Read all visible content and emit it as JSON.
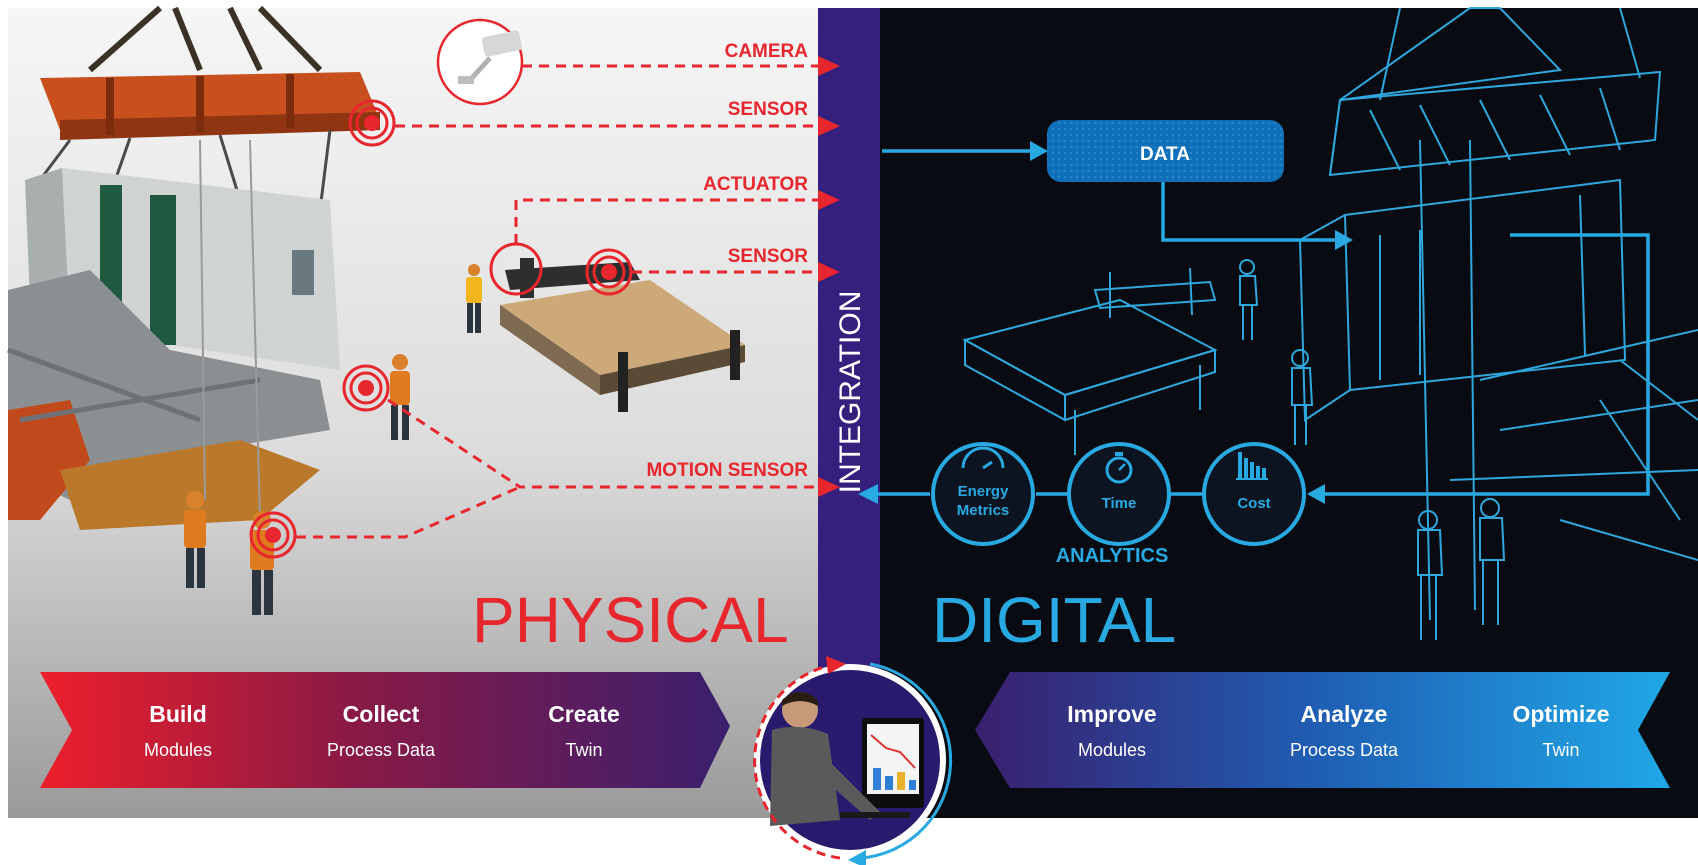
{
  "physical": {
    "title": "PHYSICAL",
    "labels": {
      "camera": "CAMERA",
      "sensor_top": "SENSOR",
      "actuator": "ACTUATOR",
      "sensor_mid": "SENSOR",
      "motion_sensor": "MOTION SENSOR"
    },
    "steps": [
      {
        "title": "Build",
        "sub": "Modules"
      },
      {
        "title": "Collect",
        "sub": "Process Data"
      },
      {
        "title": "Create",
        "sub": "Twin"
      }
    ]
  },
  "integration": {
    "label": "INTEGRATION"
  },
  "digital": {
    "title": "DIGITAL",
    "data_box": "DATA",
    "analytics": {
      "label": "ANALYTICS",
      "nodes": [
        {
          "line1": "Energy",
          "line2": "Metrics",
          "icon": "gauge-icon"
        },
        {
          "line1": "Time",
          "line2": "",
          "icon": "stopwatch-icon"
        },
        {
          "line1": "Cost",
          "line2": "",
          "icon": "bar-chart-icon"
        }
      ]
    },
    "steps": [
      {
        "title": "Improve",
        "sub": "Modules"
      },
      {
        "title": "Analyze",
        "sub": "Process Data"
      },
      {
        "title": "Optimize",
        "sub": "Twin"
      }
    ]
  },
  "colors": {
    "physical_red": "#e8262d",
    "digital_blue": "#29a9e1",
    "integration_purple": "#35207d",
    "digital_bg": "#080c12"
  }
}
